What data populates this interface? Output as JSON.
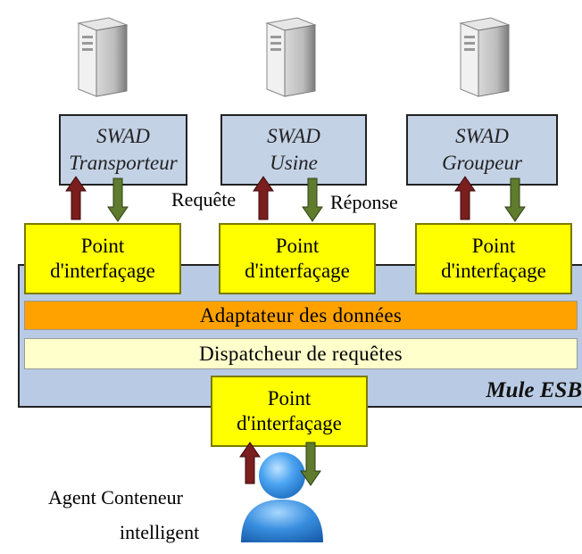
{
  "systems": [
    {
      "line1": "SWAD",
      "line2": "Transporteur"
    },
    {
      "line1": "SWAD",
      "line2": "Usine"
    },
    {
      "line1": "SWAD",
      "line2": "Groupeur"
    }
  ],
  "interface_point": {
    "line1": "Point",
    "line2": "d'interfaçage"
  },
  "bus": {
    "name": "Mule ESB",
    "adapter": "Adaptateur des données",
    "dispatcher": "Dispatcheur de requêtes"
  },
  "arrows": {
    "request": "Requête",
    "response": "Réponse"
  },
  "agent": {
    "line1": "Agent Conteneur",
    "line2": "intelligent"
  },
  "colors": {
    "system_box": "#c4d2e6",
    "bus": "#b9cbe4",
    "interface_point": "#ffff00",
    "adapter": "#ffa200",
    "dispatcher": "#ffffcc",
    "request_arrow": "#7a1e1e",
    "response_arrow": "#5e7b2e",
    "agent": "#3a8fe0"
  }
}
